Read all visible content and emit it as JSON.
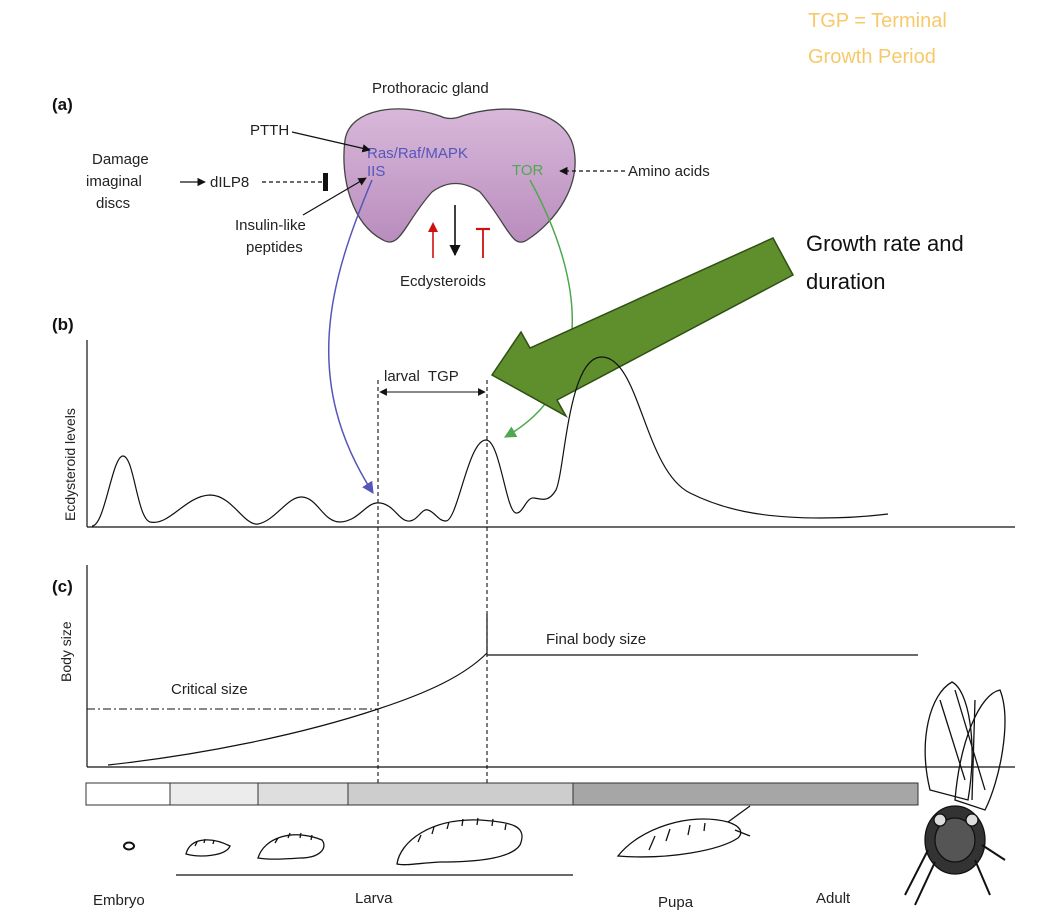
{
  "note": {
    "line1": "TGP = Terminal",
    "line2": "Growth Period",
    "color": "#f7c96a"
  },
  "panels": {
    "a": "(a)",
    "b": "(b)",
    "c": "(c)"
  },
  "gland": {
    "title": "Prothoracic gland",
    "pathway1": "Ras/Raf/MAPK",
    "pathway2": "IIS",
    "tor": "TOR",
    "fill": "#c9a3cc",
    "pathway_color": "#5555bb",
    "tor_color": "#4fa84f"
  },
  "inputs": {
    "ptth": "PTTH",
    "damage_line1": "Damage",
    "damage_line2": "imaginal",
    "damage_line3": "discs",
    "dilp8": "dILP8",
    "insulin_line1": "Insulin-like",
    "insulin_line2": "peptides",
    "amino": "Amino acids"
  },
  "output": {
    "ecdysteroids": "Ecdysteroids"
  },
  "callout": {
    "line1": "Growth rate and",
    "line2": "duration",
    "arrow_color": "#5e8f2c"
  },
  "panel_b": {
    "ylabel": "Ecdysteroid levels",
    "tgp_label": "larval  TGP"
  },
  "panel_c": {
    "ylabel": "Body size",
    "critical": "Critical size",
    "final": "Final body size"
  },
  "stages": {
    "embryo": "Embryo",
    "larva": "Larva",
    "pupa": "Pupa",
    "adult": "Adult"
  }
}
